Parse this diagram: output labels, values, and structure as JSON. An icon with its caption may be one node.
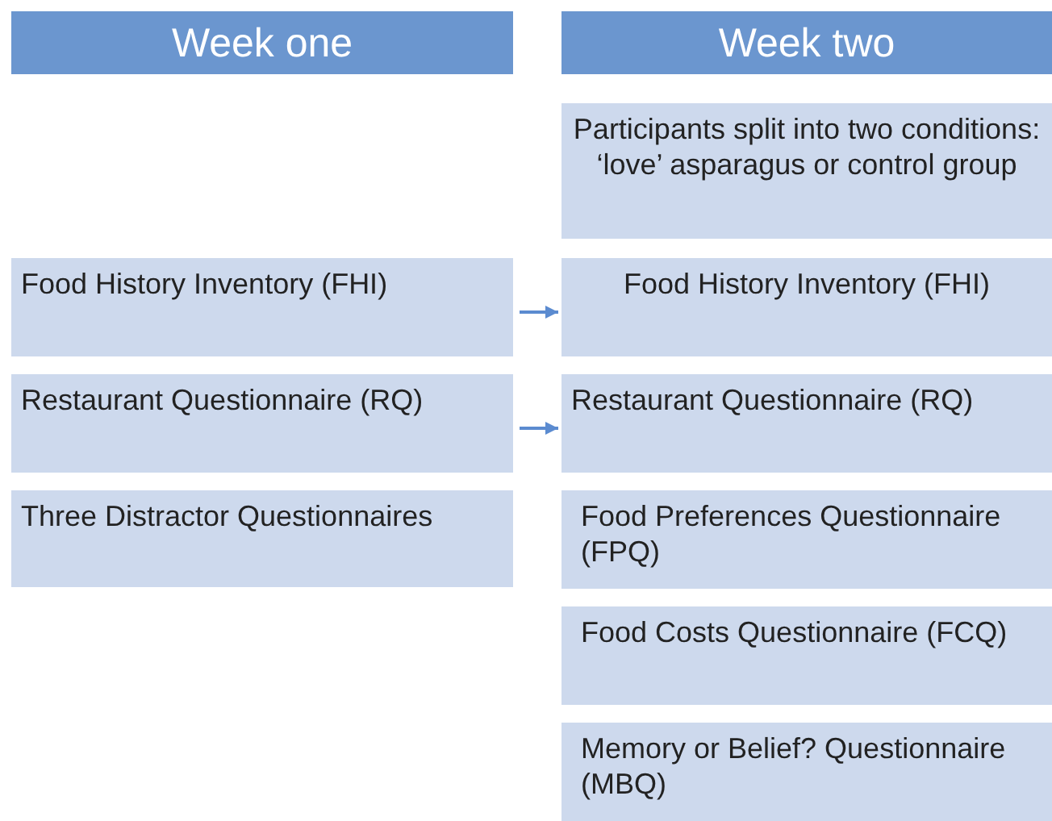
{
  "diagram": {
    "nodes": [
      {
        "text": [
          "Week one"
        ]
      },
      {
        "text": [
          "Week two"
        ]
      },
      {
        "text": [
          "Participants split into two conditions: ‘love’ asparagus or control group"
        ]
      },
      {
        "text": [
          "Food History Inventory (FHI)"
        ]
      },
      {
        "text": [
          "Food History Inventory (FHI)"
        ]
      },
      {
        "text": [
          "Restaurant Questionnaire (RQ)"
        ]
      },
      {
        "text": [
          "Restaurant Questionnaire (RQ)"
        ]
      },
      {
        "text": [
          "Three Distractor Questionnaires"
        ]
      },
      {
        "text": [
          "Food Preferences Questionnaire (FPQ)"
        ]
      },
      {
        "text": [
          "Food Costs Questionnaire (FCQ)"
        ]
      },
      {
        "text": [
          "Memory or Belief? Questionnaire (MBQ)"
        ]
      }
    ],
    "edges": [
      {
        "from": 3,
        "to": 4,
        "arrow": "to"
      },
      {
        "from": 5,
        "to": 6,
        "arrow": "to"
      }
    ]
  }
}
